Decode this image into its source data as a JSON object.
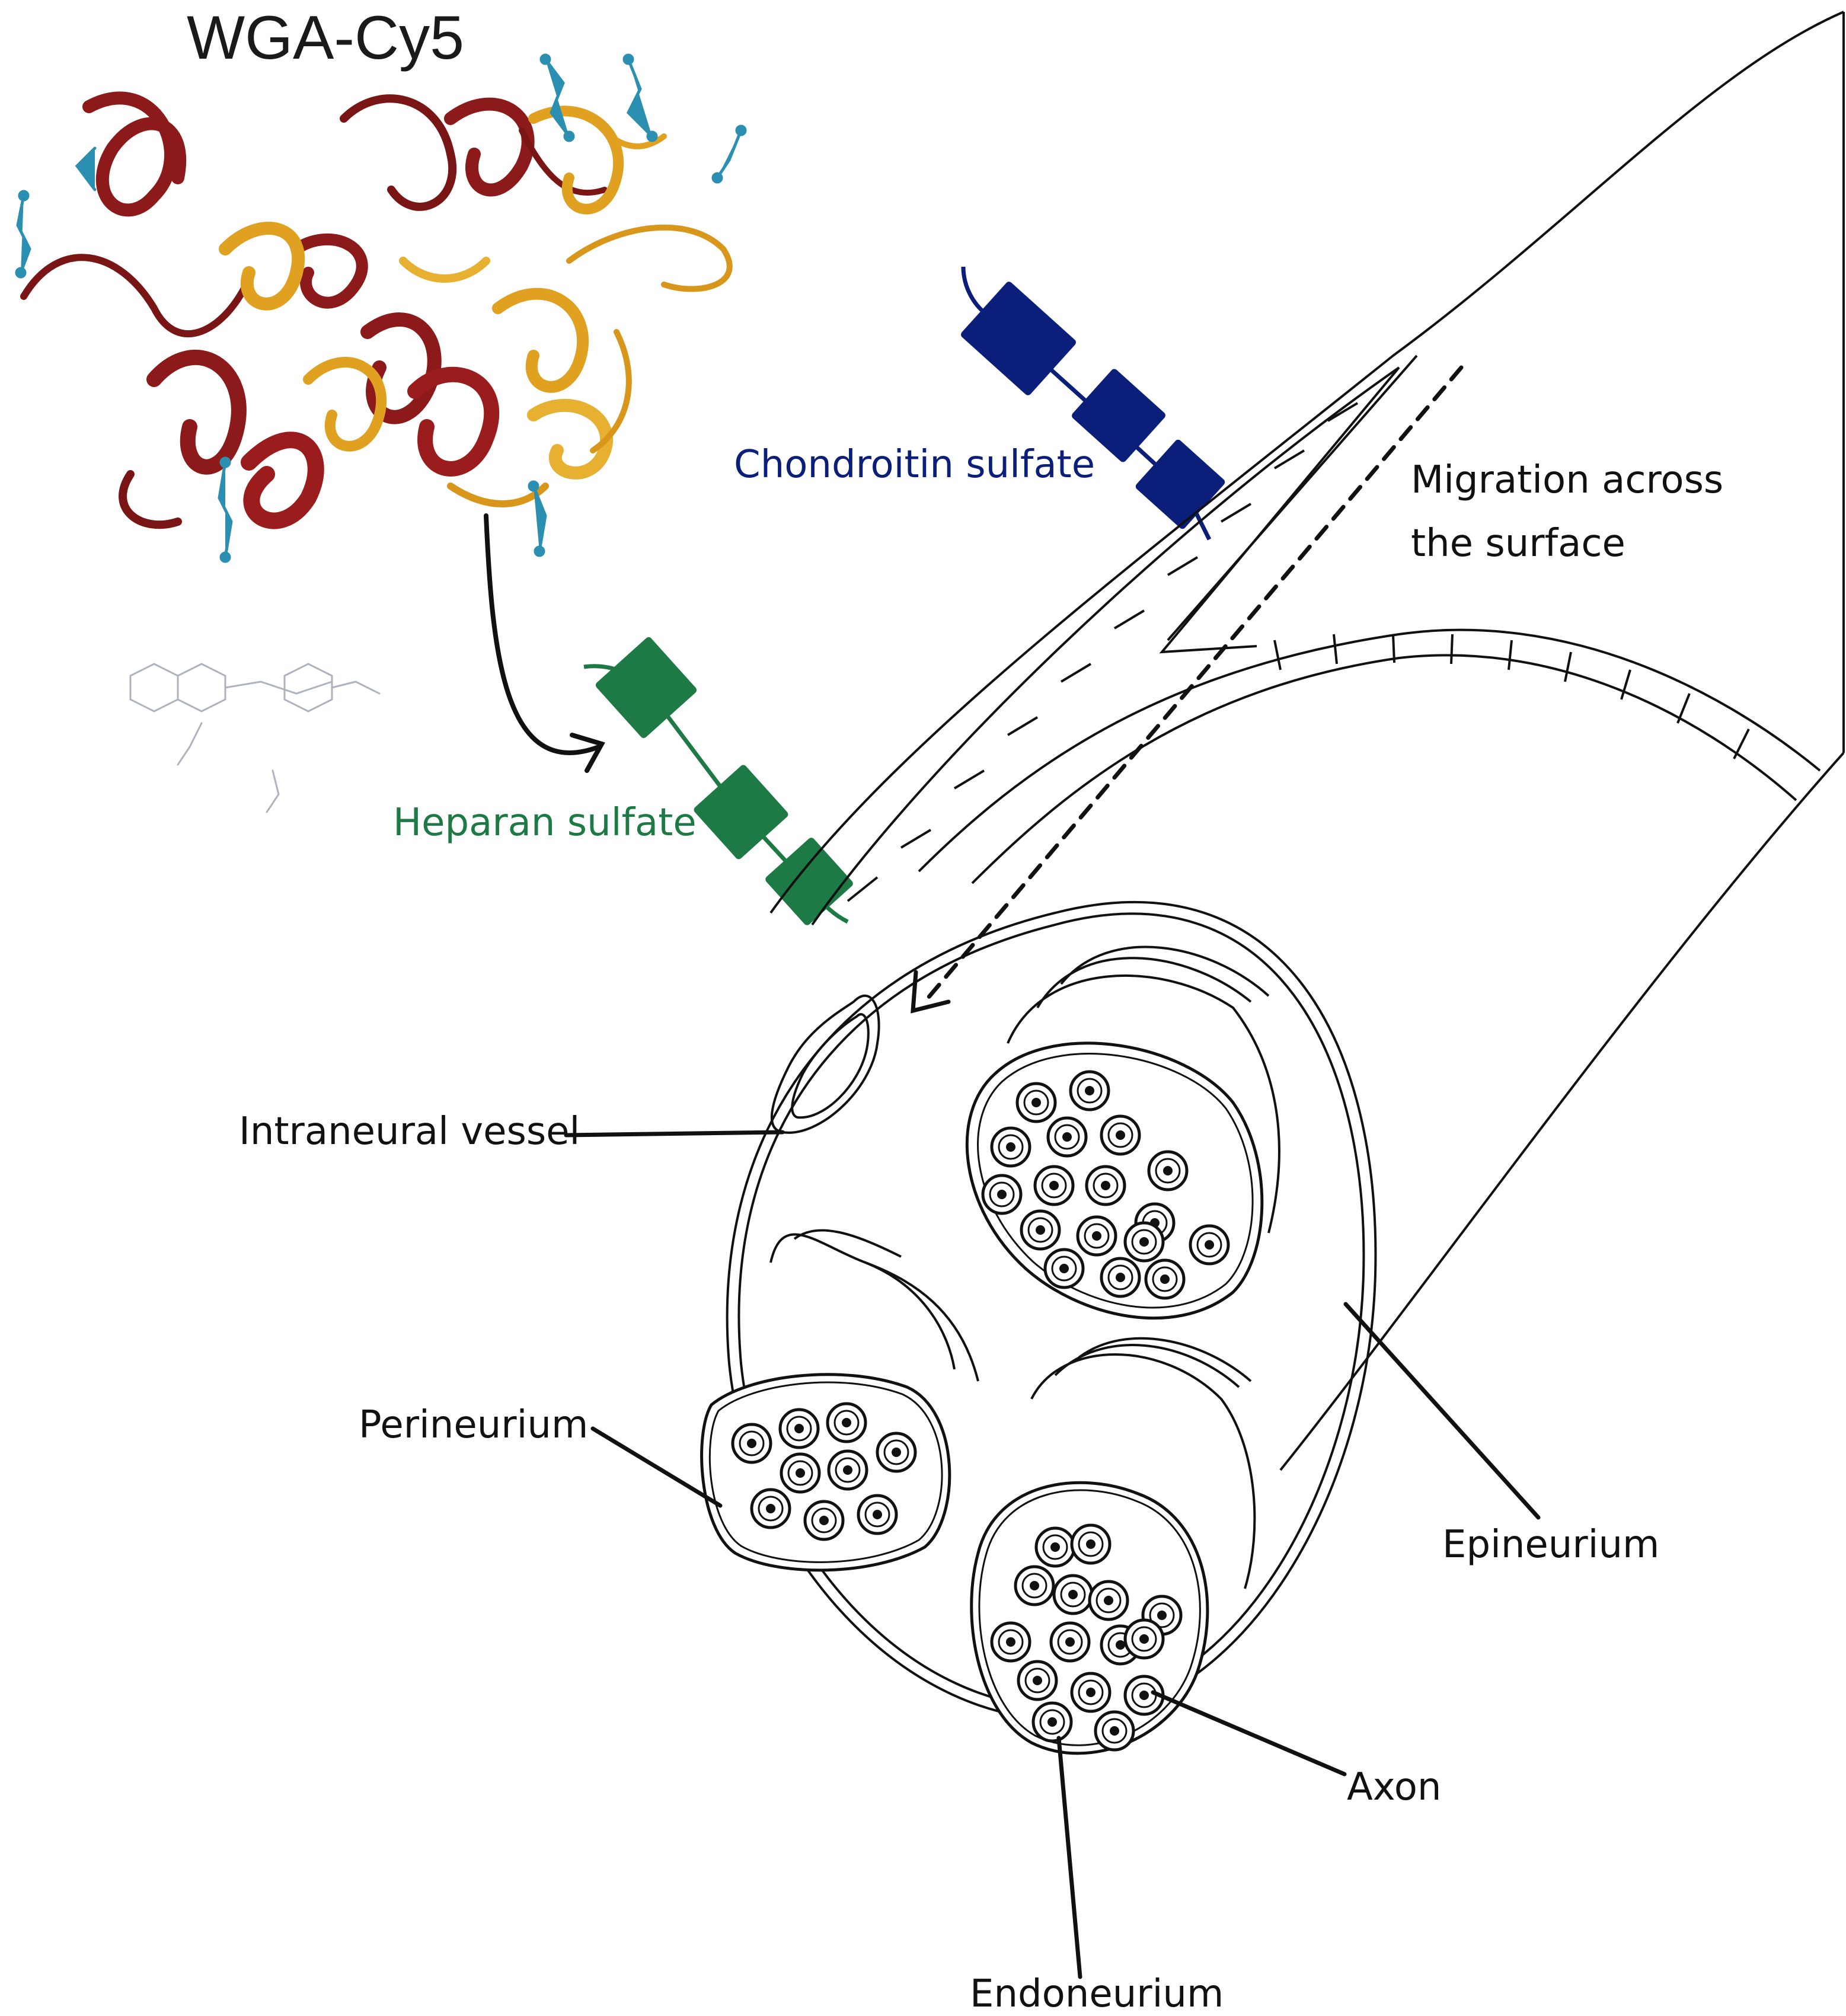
{
  "title": "WGA-Cy5",
  "labels": {
    "chondroitin": "Chondroitin sulfate",
    "heparan": "Heparan sulfate",
    "migration_line1": "Migration across",
    "migration_line2": "the surface",
    "vessel": "Intraneural vessel",
    "perineurium": "Perineurium",
    "epineurium": "Epineurium",
    "axon": "Axon",
    "endoneurium": "Endoneurium"
  },
  "colors": {
    "chondroitin": "#0b1f7a",
    "heparan": "#1e7a45",
    "protein_red": "#8c1a1a",
    "protein_gold": "#e0a020",
    "side_chain": "#2a8fb0"
  },
  "icons": {
    "protein": "wga-protein-ribbon-icon",
    "chondroitin": "chondroitin-sulfate-chain-icon",
    "heparan": "heparan-sulfate-chain-icon",
    "binding_arrow": "binding-arrow-icon",
    "migration_arrow": "migration-dashed-arrow-icon"
  }
}
